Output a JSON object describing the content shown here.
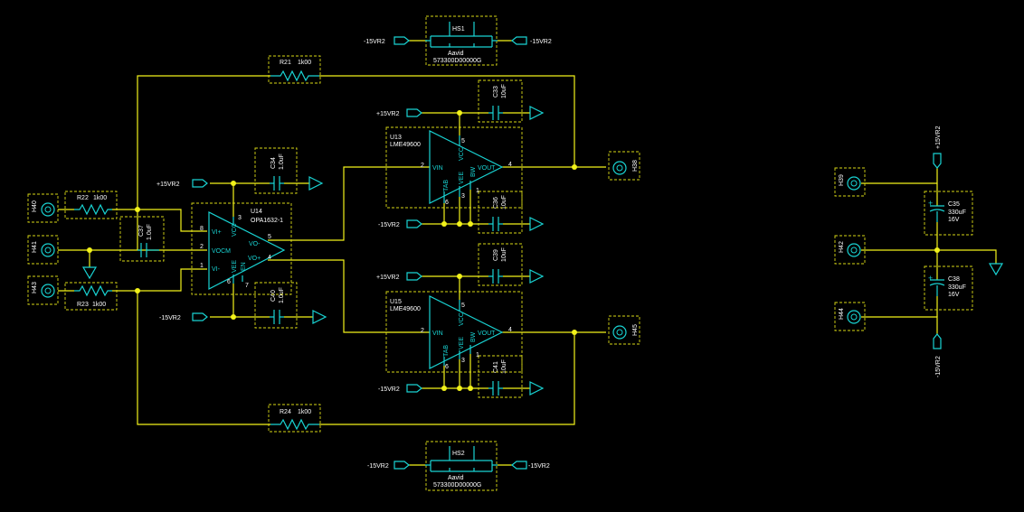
{
  "colors": {
    "background": "#000000",
    "wire": "#f2f21a",
    "symbol": "#19d3d3",
    "outline": "#d9d916"
  },
  "heatsinks": [
    {
      "ref": "HS1",
      "vendor": "Aavid",
      "part": "573300D00000G",
      "left_net": "-15VR2",
      "right_net": "-15VR2"
    },
    {
      "ref": "HS2",
      "vendor": "Aavid",
      "part": "573300D00000G",
      "left_net": "-15VR2",
      "right_net": "-15VR2"
    }
  ],
  "resistors": {
    "r21": {
      "ref": "R21",
      "value": "1k00"
    },
    "r22": {
      "ref": "R22",
      "value": "1k00"
    },
    "r23": {
      "ref": "R23",
      "value": "1k00"
    },
    "r24": {
      "ref": "R24",
      "value": "1k00"
    }
  },
  "caps": {
    "c33": {
      "ref": "C33",
      "value": "10uF"
    },
    "c34": {
      "ref": "C34",
      "value": "1.0uF"
    },
    "c37": {
      "ref": "C37",
      "value": "1.0uF"
    },
    "c36": {
      "ref": "C36",
      "value": "10uF"
    },
    "c39": {
      "ref": "C39",
      "value": "10uF"
    },
    "c40": {
      "ref": "C40",
      "value": "1.0uF"
    },
    "c41": {
      "ref": "C41",
      "value": "10uF"
    },
    "c35": {
      "ref": "C35",
      "value": "330uF",
      "volt": "16V"
    },
    "c38": {
      "ref": "C38",
      "value": "330uF",
      "volt": "16V"
    }
  },
  "opa": {
    "ref": "U14",
    "part": "OPA1632-1",
    "pins": {
      "vip": "VI+",
      "vocm": "VOCM",
      "vim": "VI-",
      "vom": "VO-",
      "vop": "VO+",
      "vcc": "VCC",
      "vee": "VEE",
      "en": "EN"
    },
    "pin_nums": {
      "p8": "8",
      "p2": "2",
      "p1": "1",
      "p3": "3",
      "p5": "5",
      "p4": "4",
      "p6": "6",
      "p7": "7"
    }
  },
  "lme_top": {
    "ref": "U13",
    "part": "LME49600",
    "pins": {
      "vin": "VIN",
      "vout": "VOUT",
      "vcc": "VCC",
      "vee": "VEE",
      "bw": "BW",
      "tab": "TAB"
    },
    "pin_nums": {
      "p2": "2",
      "p4": "4",
      "p5": "5",
      "p3": "3",
      "p6": "6",
      "p1": "1"
    }
  },
  "lme_bot": {
    "ref": "U15",
    "part": "LME49600",
    "pins": {
      "vin": "VIN",
      "vout": "VOUT",
      "vcc": "VCC",
      "vee": "VEE",
      "bw": "BW",
      "tab": "TAB"
    },
    "pin_nums": {
      "p2": "2",
      "p4": "4",
      "p5": "5",
      "p3": "3",
      "p6": "6",
      "p1": "1"
    }
  },
  "headers": {
    "h40": "H40",
    "h41": "H41",
    "h43": "H43",
    "h38": "H38",
    "h45": "H45",
    "h39": "H39",
    "h42": "H42",
    "h44": "H44"
  },
  "nets": {
    "p15": "+15VR2",
    "m15": "-15VR2"
  }
}
